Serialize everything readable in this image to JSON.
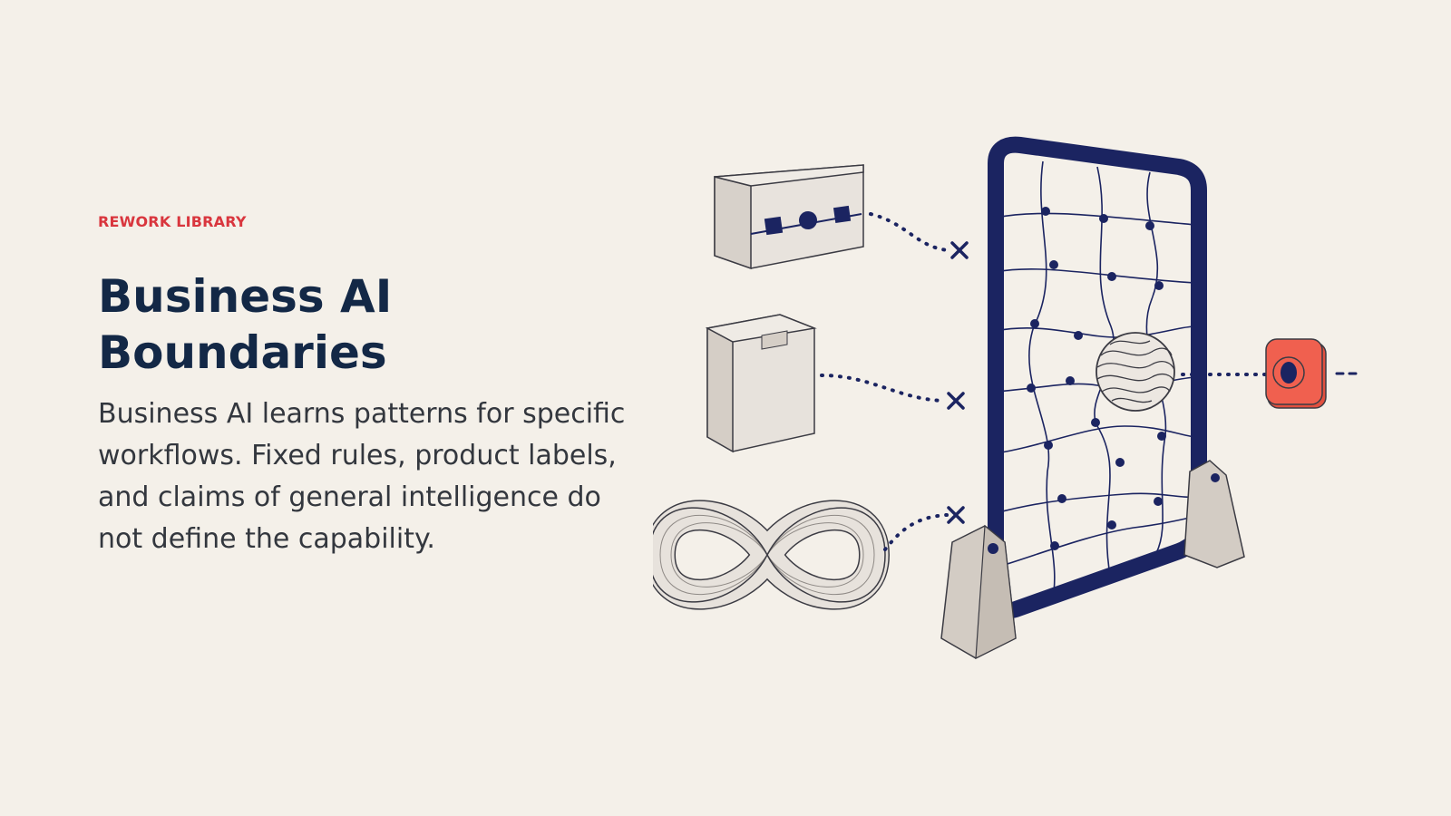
{
  "eyebrow": "REWORK LIBRARY",
  "title": "Business AI Boundaries",
  "body": "Business AI learns patterns for specific workflows. Fixed rules, product labels, and claims of general intelligence do not define the capability.",
  "colors": {
    "background": "#f4f0e9",
    "eyebrow": "#d9363e",
    "title": "#132846",
    "body": "#33373e",
    "frame": "#1b2461",
    "accent": "#f0604f",
    "object_fill": "#e7e2dc"
  },
  "illustration": {
    "icons": [
      "rule-box-icon",
      "product-box-icon",
      "infinity-icon",
      "blocked-x-icon",
      "net-frame-icon",
      "sphere-icon",
      "red-token-icon"
    ]
  }
}
